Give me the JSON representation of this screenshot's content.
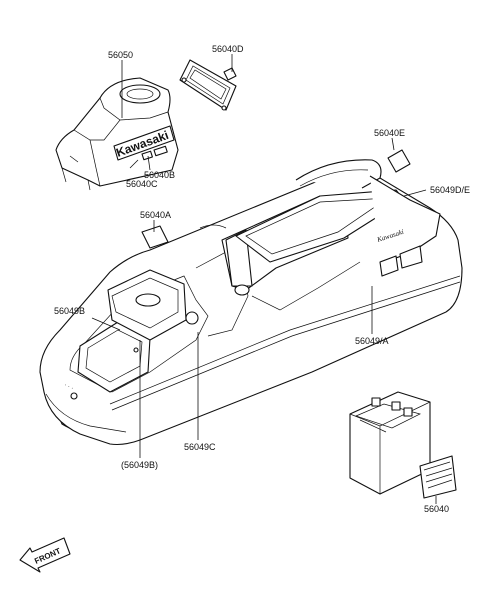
{
  "callouts": {
    "cover_top": "56050",
    "seal_top": "56040D",
    "label_b": "56040B",
    "label_c": "56040C",
    "label_e": "56040E",
    "hull_de": "56049D/E",
    "label_a": "56040A",
    "hull_b": "56049B",
    "hull_a": "56049/A",
    "hull_c": "56049C",
    "hull_b_paren": "(56049B)",
    "battery_label": "56040"
  },
  "decals": {
    "cover_brand": "Kawasaki",
    "hull_brand": "Kawasaki",
    "front_arrow": "FRONT"
  }
}
